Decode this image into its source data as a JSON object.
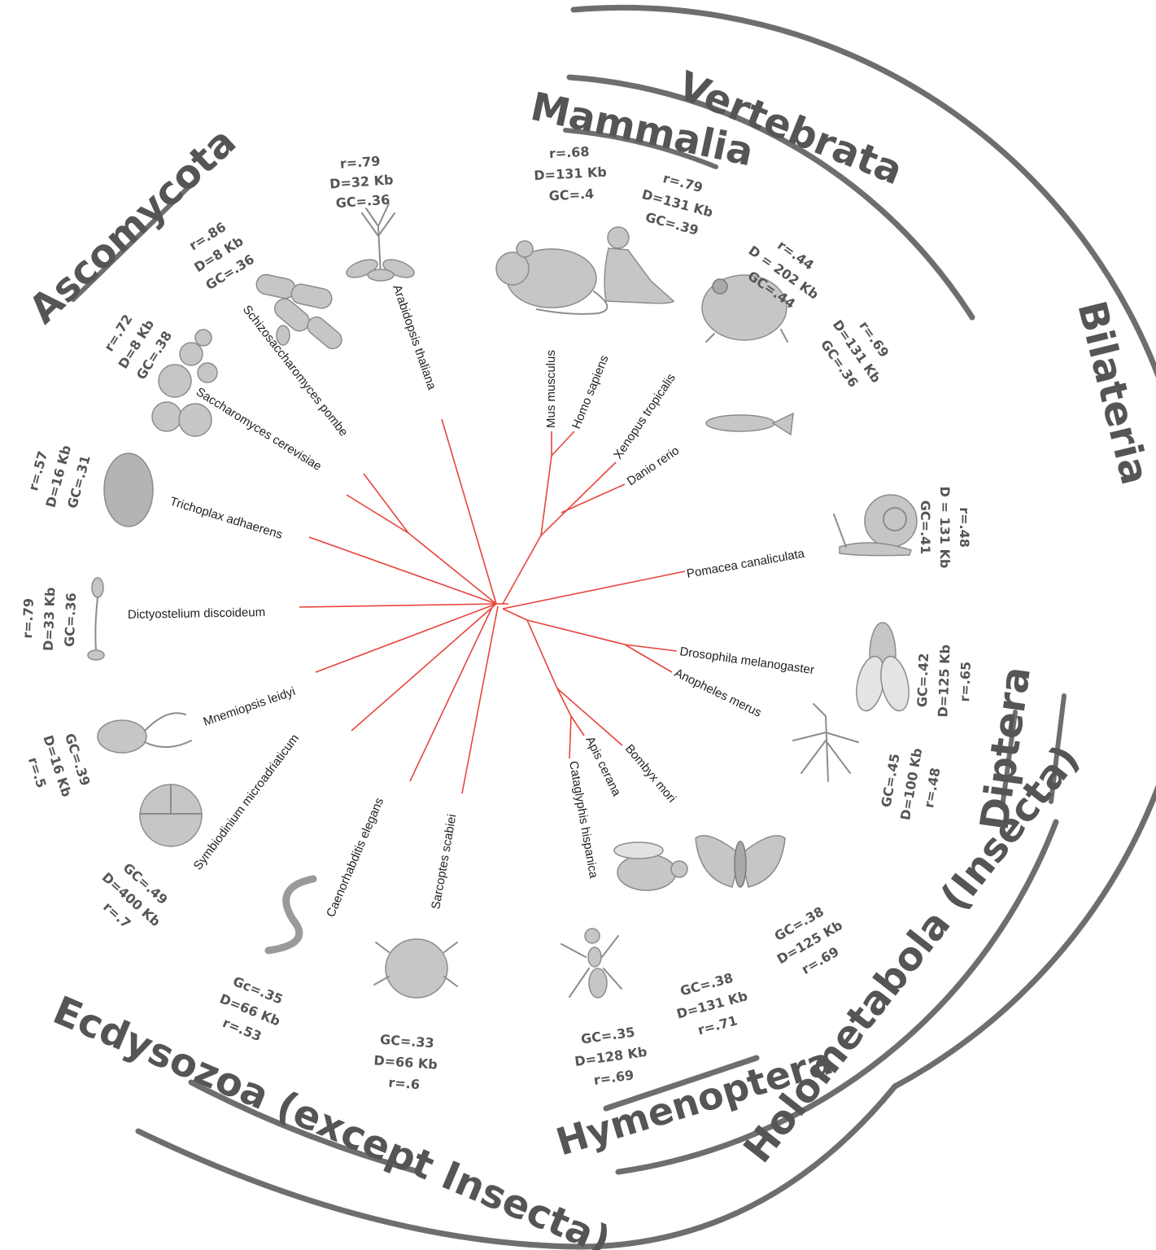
{
  "clades": {
    "vertebrata": "Vertebrata",
    "mammalia": "Mammalia",
    "bilateria": "Bilateria",
    "ascomycota": "Ascomycota",
    "diptera": "Diptera",
    "holometabola": "Holometabola (Insecta)",
    "hymenoptera": "Hymenoptera",
    "ecdysozoa": "Ecdysozoa (except Insecta)"
  },
  "species": [
    {
      "name": "Arabidopsis thaliana",
      "stats": [
        "r=.79",
        "D=32 Kb",
        "GC=.36"
      ]
    },
    {
      "name": "Mus musculus",
      "stats": [
        "r=.68",
        "D=131 Kb",
        "GC=.4"
      ]
    },
    {
      "name": "Homo sapiens",
      "stats": [
        "r=.79",
        "D=131 Kb",
        "GC=.39"
      ]
    },
    {
      "name": "Xenopus tropicalis",
      "stats": [
        "r=.44",
        "D = 202 Kb",
        "GC=.44"
      ]
    },
    {
      "name": "Danio rerio",
      "stats": [
        "r=.69",
        "D=131 Kb",
        "GC=.36"
      ]
    },
    {
      "name": "Pomacea canaliculata",
      "stats": [
        "r=.48",
        "D = 131 Kb",
        "GC=.41"
      ]
    },
    {
      "name": "Drosophila melanogaster",
      "stats": [
        "GC=.42",
        "D=125 Kb",
        "r=.65"
      ]
    },
    {
      "name": "Anopheles merus",
      "stats": [
        "GC=.45",
        "D=100 Kb",
        "r=.48"
      ]
    },
    {
      "name": "Bombyx mori",
      "stats": [
        "GC=.38",
        "D=125 Kb",
        "r=.69"
      ]
    },
    {
      "name": "Apis cerana",
      "stats": [
        "GC=.38",
        "D=131 Kb",
        "r=.71"
      ]
    },
    {
      "name": "Cataglyphis hispanica",
      "stats": [
        "GC=.35",
        "D=128 Kb",
        "r=.69"
      ]
    },
    {
      "name": "Sarcoptes scabiei",
      "stats": [
        "GC=.33",
        "D=66 Kb",
        "r=.6"
      ]
    },
    {
      "name": "Caenorhabditis elegans",
      "stats": [
        "Gc=.35",
        "D=66 Kb",
        "r=.53"
      ]
    },
    {
      "name": "Symbiodinium microadriaticum",
      "stats": [
        "GC=.49",
        "D=400 Kb",
        "r=.7"
      ]
    },
    {
      "name": "Mnemiopsis leidyi",
      "stats": [
        "GC=.39",
        "D=16 Kb",
        "r=.5"
      ]
    },
    {
      "name": "Dictyostelium discoideum",
      "stats": [
        "r=.79",
        "D=33 Kb",
        "GC=.36"
      ]
    },
    {
      "name": "Trichoplax adhaerens",
      "stats": [
        "r=.57",
        "D=16 Kb",
        "GC=.31"
      ]
    },
    {
      "name": "Saccharomyces cerevisiae",
      "stats": [
        "r=.72",
        "D=8 Kb",
        "GC=.38"
      ]
    },
    {
      "name": "Schizosaccharomyces pombe",
      "stats": [
        "r=.86",
        "D=8 Kb",
        "GC=.36"
      ]
    }
  ]
}
